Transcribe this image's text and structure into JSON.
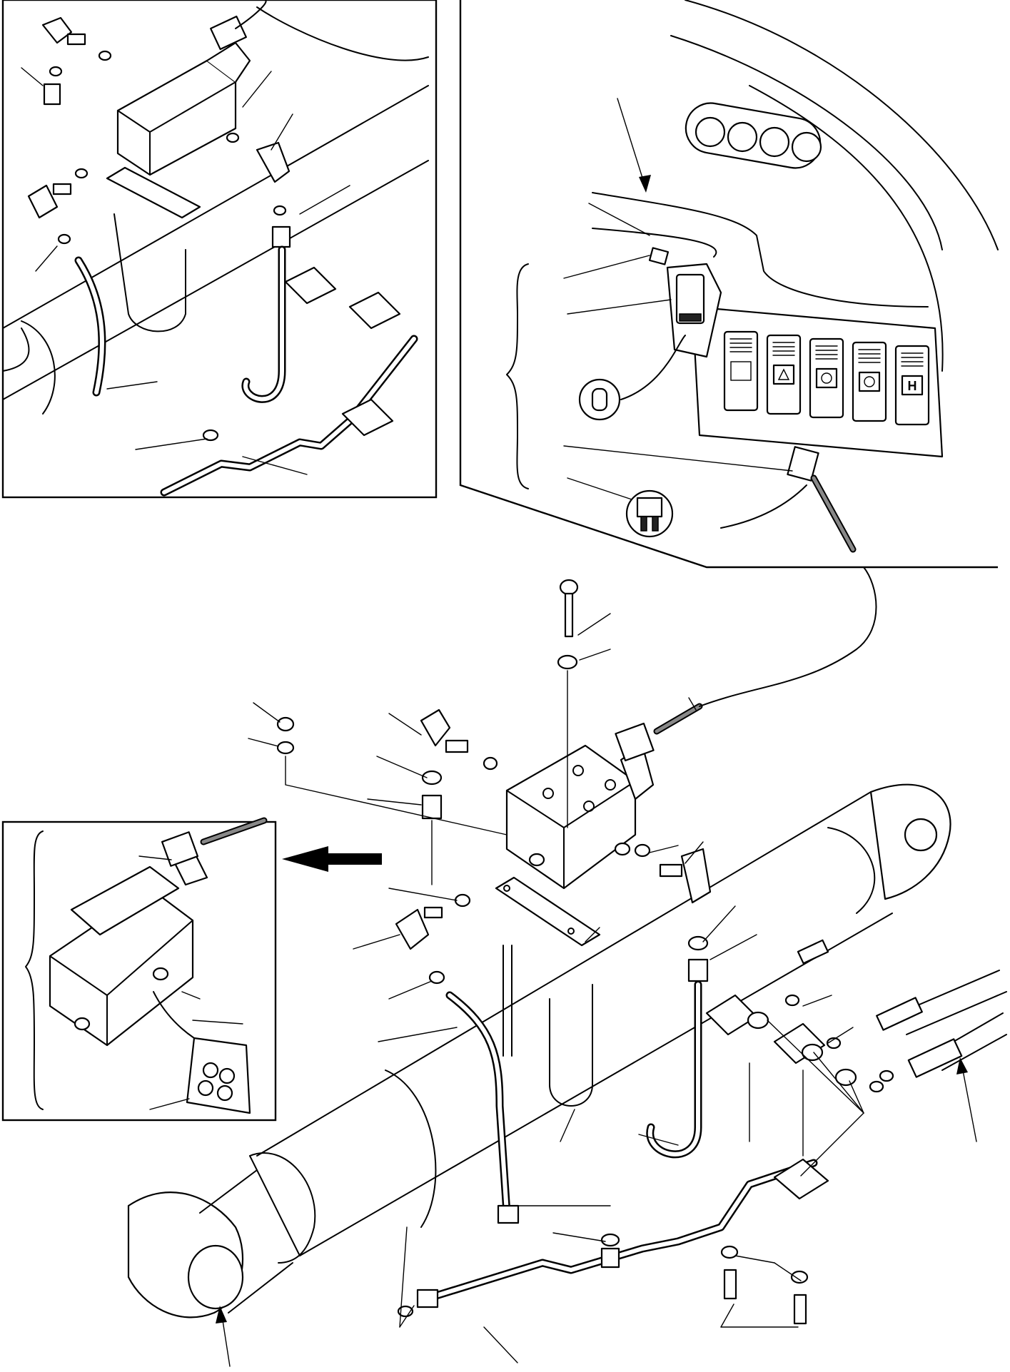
{
  "figure": {
    "kind": "exploded parts diagram",
    "labels": []
  },
  "colors": {
    "line": "#000000",
    "background": "#ffffff",
    "shading": "#888888"
  },
  "icons": {
    "view_arrow": "solid-left-arrow",
    "callout_arrow": "thin-arrow"
  },
  "switch_panel": {
    "switch_count": 5,
    "switch_symbols": [
      "",
      "triangle",
      "rotate",
      "swing",
      "H"
    ]
  }
}
